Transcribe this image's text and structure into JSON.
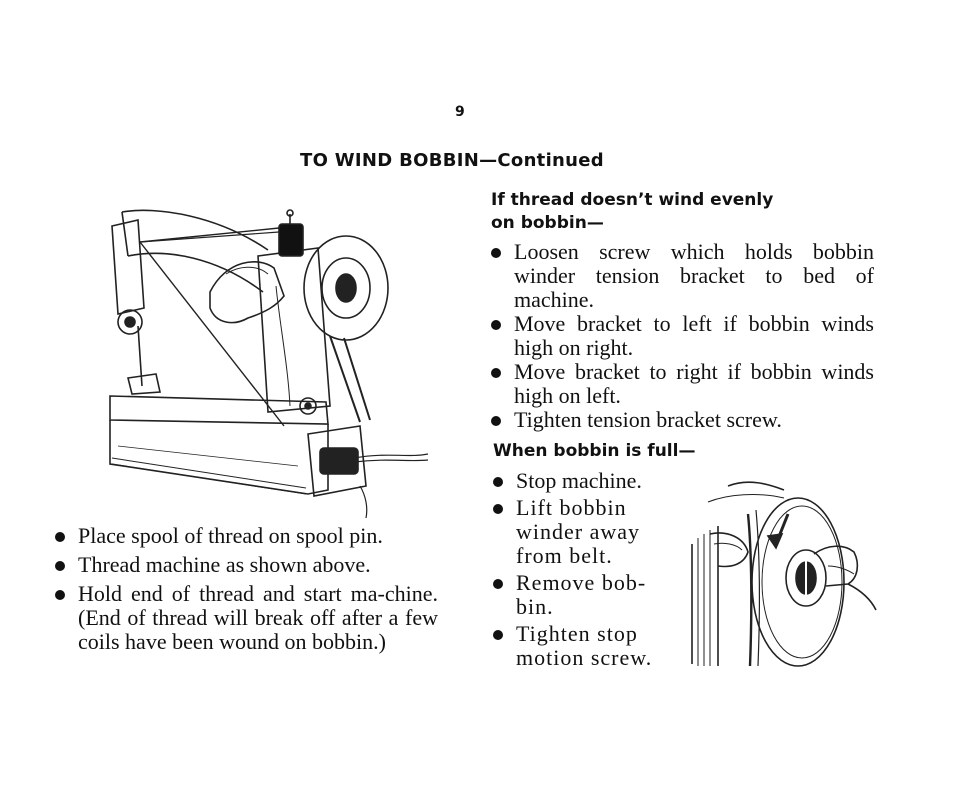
{
  "page": {
    "number": "9",
    "title": "TO WIND BOBBIN—Continued"
  },
  "left_instructions": [
    "Place spool of thread on spool pin.",
    "Thread machine as shown above.",
    "Hold end of thread and start ma-chine. (End of thread will break off after a few coils have been wound on bobbin.)"
  ],
  "uneven_winding": {
    "heading_line1": "If thread doesn’t wind evenly",
    "heading_line2": "on bobbin—",
    "steps": [
      "Loosen screw which holds bobbin winder tension bracket to bed of machine.",
      "Move bracket to left if bobbin winds high on right.",
      "Move bracket to right if bobbin winds high on left.",
      "Tighten tension bracket screw."
    ]
  },
  "bobbin_full": {
    "heading": "When bobbin is full—",
    "steps": [
      "Stop machine.",
      "Lift bobbin winder away from belt.",
      "Remove bob-bin.",
      "Tighten stop motion screw."
    ]
  }
}
